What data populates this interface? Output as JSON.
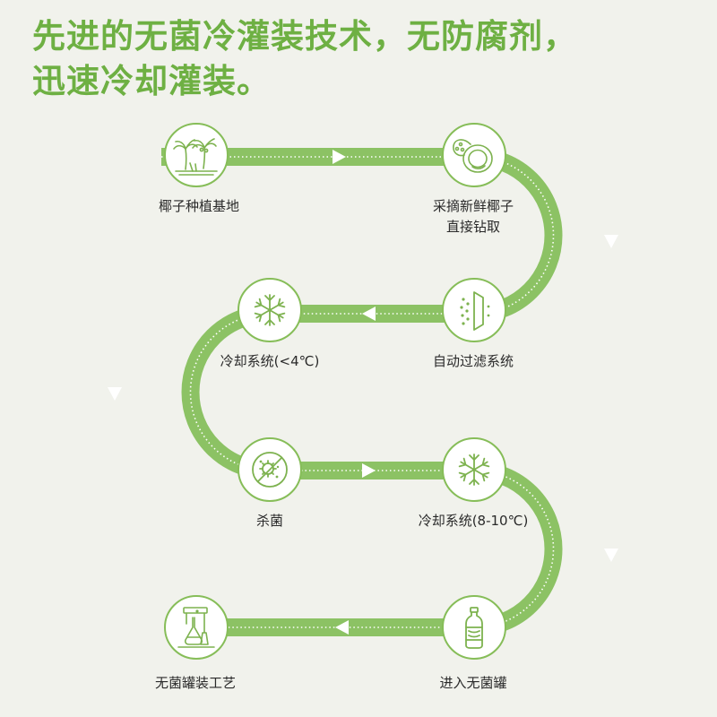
{
  "headline": {
    "line1": "先进的无菌冷灌装技术，无防腐剂，",
    "line2": "迅速冷却灌装。"
  },
  "steps": [
    {
      "id": "plantation",
      "label": "椰子种植基地",
      "icon": "palm-tree-icon"
    },
    {
      "id": "harvest",
      "label": "采摘新鲜椰子",
      "label2": "直接钻取",
      "icon": "coconut-icon"
    },
    {
      "id": "filter",
      "label": "自动过滤系统",
      "icon": "filter-icon"
    },
    {
      "id": "cooling-low",
      "label": "冷却系统(<4℃)",
      "icon": "snowflake-icon"
    },
    {
      "id": "sterilize",
      "label": "杀菌",
      "icon": "no-bacteria-icon"
    },
    {
      "id": "cooling-mid",
      "label": "冷却系统(8-10℃)",
      "icon": "snowflake-icon"
    },
    {
      "id": "aseptic-tank",
      "label": "进入无菌罐",
      "icon": "bottle-icon"
    },
    {
      "id": "aseptic-process",
      "label": "无菌罐装工艺",
      "icon": "lab-equipment-icon"
    }
  ],
  "colors": {
    "accent": "#6eb043",
    "path": "#8cc264",
    "icon": "#7db24f",
    "background": "#f1f2ec"
  }
}
